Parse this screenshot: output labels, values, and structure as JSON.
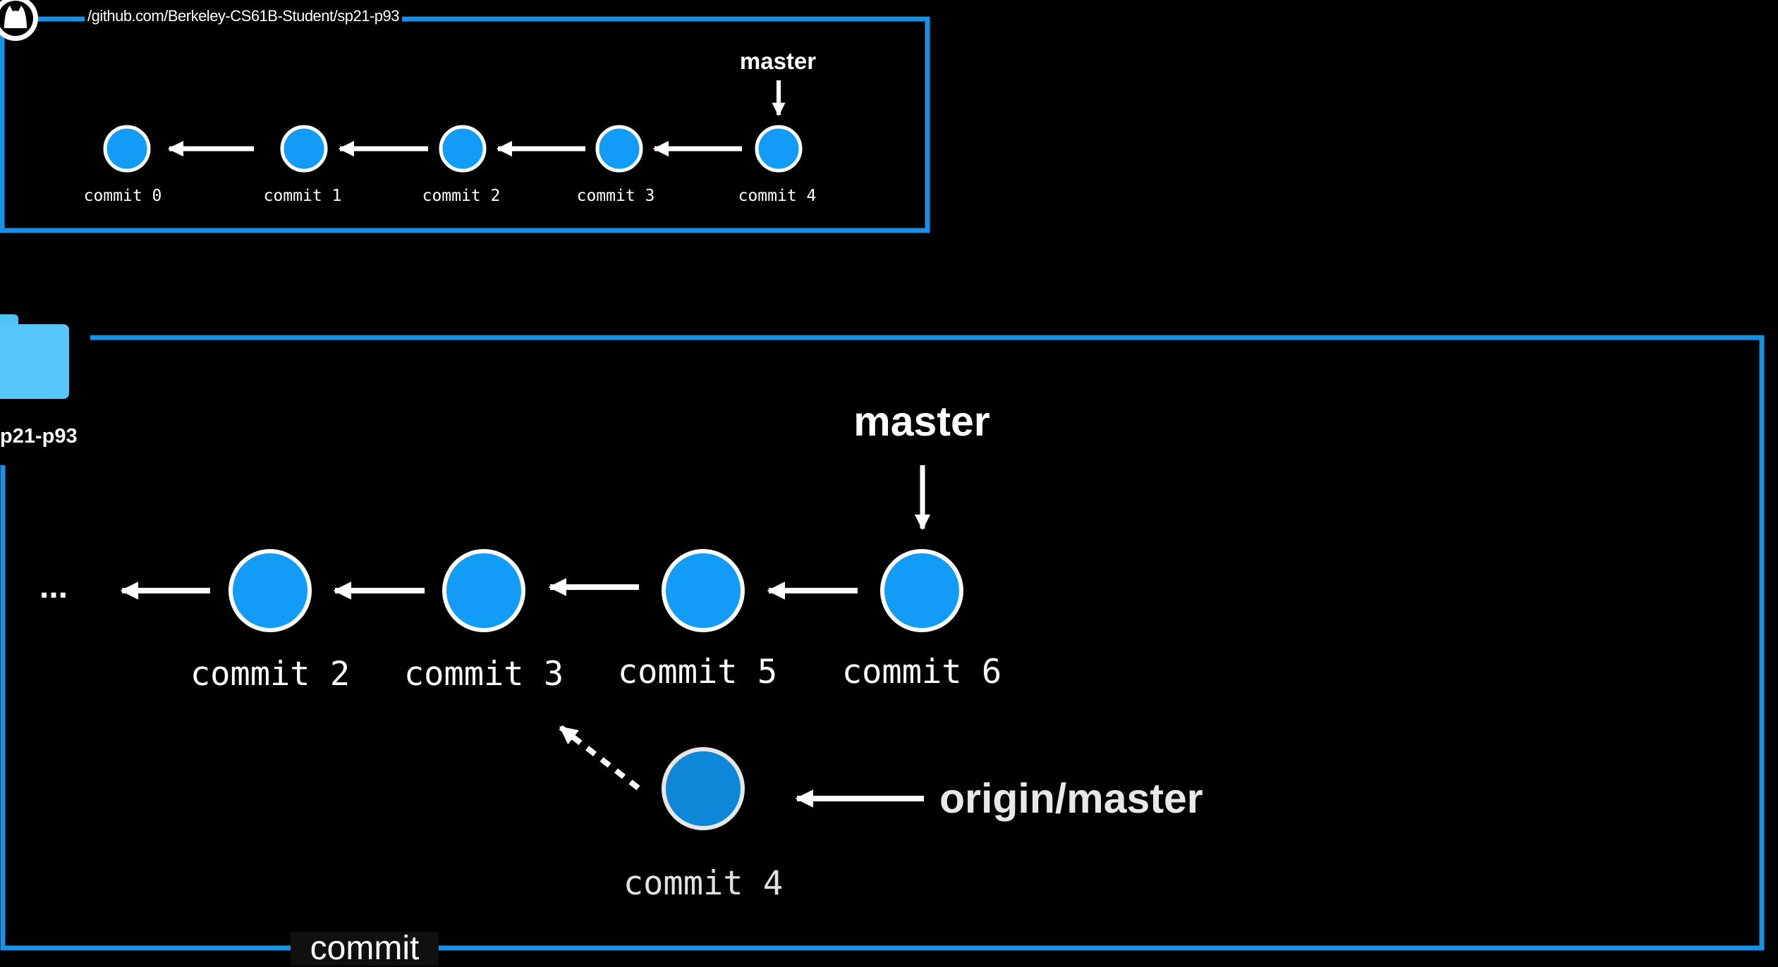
{
  "remote": {
    "url": "/github.com/Berkeley-CS61B-Student/sp21-p93",
    "branch_label": "master",
    "commits": [
      "commit 0",
      "commit 1",
      "commit 2",
      "commit 3",
      "commit 4"
    ]
  },
  "local": {
    "folder_label": "p21-p93",
    "ellipsis": "...",
    "branch_label": "master",
    "commits": [
      "commit 2",
      "commit 3",
      "commit 5",
      "commit 6"
    ],
    "detached_commit": "commit 4",
    "remote_tracking_label": "origin/master"
  },
  "caption": "commit",
  "colors": {
    "frame": "#1a8fe6",
    "node": "#139cf7",
    "node_dim": "#0f87d8",
    "background": "#000000"
  }
}
